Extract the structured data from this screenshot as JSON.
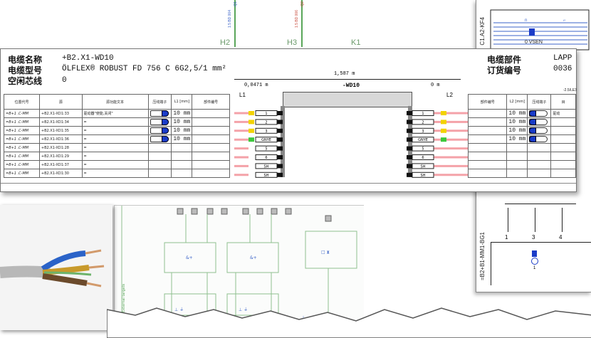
{
  "top_labels": {
    "h2": "H2",
    "h3": "H3",
    "k1": "K1",
    "vt1": "-Q1",
    "vt2": "1.5 BD 004",
    "vt3": "-Q2",
    "vt4": "1.5 BD 006"
  },
  "sheet": {
    "cable_name_label": "电缆名称",
    "cable_name_value": "+B2.X1-WD10",
    "cable_type_label": "电缆型号",
    "cable_type_value": "ÖLFLEX® ROBUST FD 756 C 6G2,5/1 mm²",
    "spare_label": "空闲芯线",
    "spare_value": "0",
    "part_label": "电缆部件",
    "part_value": "LAPP",
    "order_label": "订货编号",
    "order_value": "0036",
    "total_length": "1,587 m",
    "cable_id": "-WD10",
    "left_len": "0,0471 m",
    "right_len": "0 m",
    "l1": "L1",
    "l2": "L2",
    "left_headers": [
      "位置代号",
      "源",
      "源功能文本",
      "压线端子",
      "L1 [mm]",
      "部件编号"
    ],
    "right_headers": [
      "部件编号",
      "L2 [mm]",
      "压线端子",
      "目"
    ],
    "rows": [
      {
        "pos": "=B+1 .C-MM",
        "src": "+B2.X1-XD1:33",
        "txt": "驱动器\"使能,关闭\"",
        "len": "10 mm",
        "wire": "1"
      },
      {
        "pos": "=B+1 .C-MM",
        "src": "+B2.X1-XD1:34",
        "txt": "=",
        "len": "10 mm",
        "wire": "2"
      },
      {
        "pos": "=B+1 .C-MM",
        "src": "+B2.X1-XD1:35",
        "txt": "=",
        "len": "10 mm",
        "wire": "3"
      },
      {
        "pos": "=B+1 .C-MM",
        "src": "+B2.X1-XD1:36",
        "txt": "=",
        "len": "10 mm",
        "wire": "GNYE"
      },
      {
        "pos": "=B+1 .C-MM",
        "src": "+B2.X1-XD1:28",
        "txt": "=",
        "len": "",
        "wire": "5"
      },
      {
        "pos": "=B+1 .C-MM",
        "src": "+B2.X1-XD1:29",
        "txt": "=",
        "len": "",
        "wire": "6"
      },
      {
        "pos": "=B+1 .C-MM",
        "src": "+B2.X1-XD1:37",
        "txt": "=",
        "len": "",
        "wire": "SH"
      },
      {
        "pos": "=B+1 .C-MM",
        "src": "+B2.X1-XD1:30",
        "txt": "=",
        "len": "",
        "wire": "SH"
      }
    ],
    "right_dest": "驱动",
    "edge_label": "-2.5/LE3"
  },
  "right_card": {
    "top_id": "C1.A2-KF4",
    "vsen": "0 VSEN",
    "mid_id": "=B2+B1-MM1-BG1",
    "pins": [
      "1",
      "3",
      "4"
    ],
    "pin_sub": "1"
  },
  "colors": {
    "accent": "#1a3cc8",
    "schematic_green": "#5aa65a",
    "wire_pink": "#f4a2a8"
  }
}
